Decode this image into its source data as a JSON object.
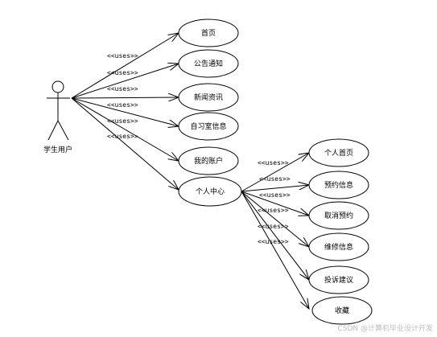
{
  "actor": {
    "label": "学生用户"
  },
  "use_cases": {
    "home": "首页",
    "notice": "公告通知",
    "news": "新闻资讯",
    "study_room": "自习室信息",
    "my_account": "我的账户",
    "personal_center": "个人中心",
    "personal_home": "个人首页",
    "reservation_info": "预约信息",
    "cancel_reservation": "取消预约",
    "repair_info": "维修信息",
    "complaint": "投诉建议",
    "favorites": "收藏"
  },
  "relationship_label": "<<uses>>",
  "watermark": "CSDN @计算机毕业设计开发"
}
